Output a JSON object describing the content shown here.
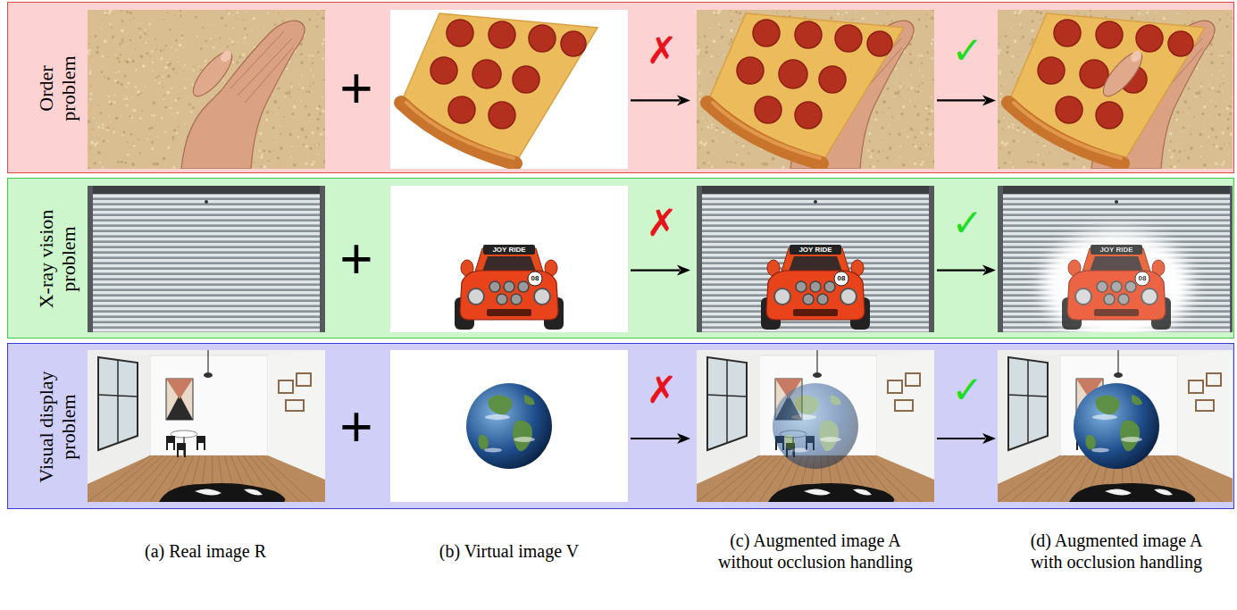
{
  "diagram": {
    "nodes": [
      {
        "text": [
          "Order problem",
          "+",
          "✗",
          "✓"
        ]
      },
      {
        "text": [
          "X-ray vision problem",
          "+",
          "✗",
          "✓"
        ]
      },
      {
        "text": [
          "Visual display problem",
          "+",
          "✗",
          "✓"
        ]
      }
    ],
    "labels": [
      "JOY RIDE",
      "08",
      "JOY RIDE",
      "08",
      "JOY RIDE",
      "08",
      "(a) Real image R",
      "(b) Virtual image V",
      "(c) Augmented image A without occlusion handling",
      "(d) Augmented image A with occlusion handling"
    ]
  }
}
